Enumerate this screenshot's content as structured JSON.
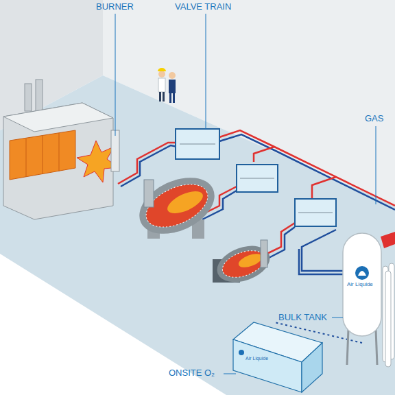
{
  "diagram": {
    "labels": [
      "BURNER",
      "VALVE TRAIN",
      "GAS",
      "BULK TANK",
      "ONSITE O₂",
      "Air Liquide",
      "Air Liquide"
    ]
  }
}
